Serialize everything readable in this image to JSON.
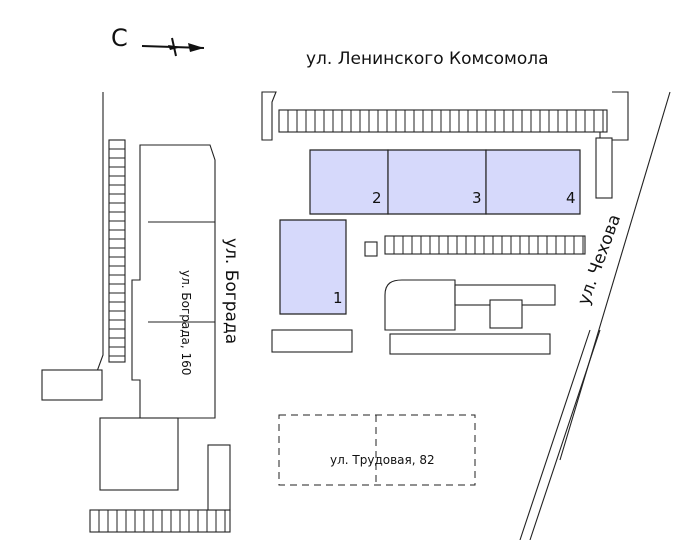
{
  "compass": {
    "north_label": "С"
  },
  "streets": {
    "leninsky": "ул. Ленинского Комсомола",
    "bograda": "ул. Бограда",
    "chekhova": "ул. Чехова"
  },
  "addresses": {
    "bograda_160": "ул. Бограда, 160",
    "trudovaya_82": "ул. Трудовая, 82"
  },
  "sections": [
    {
      "number": "1",
      "color": "#d6d9fb"
    },
    {
      "number": "2",
      "color": "#d6d9fb"
    },
    {
      "number": "3",
      "color": "#d6d9fb"
    },
    {
      "number": "4",
      "color": "#d6d9fb"
    }
  ]
}
